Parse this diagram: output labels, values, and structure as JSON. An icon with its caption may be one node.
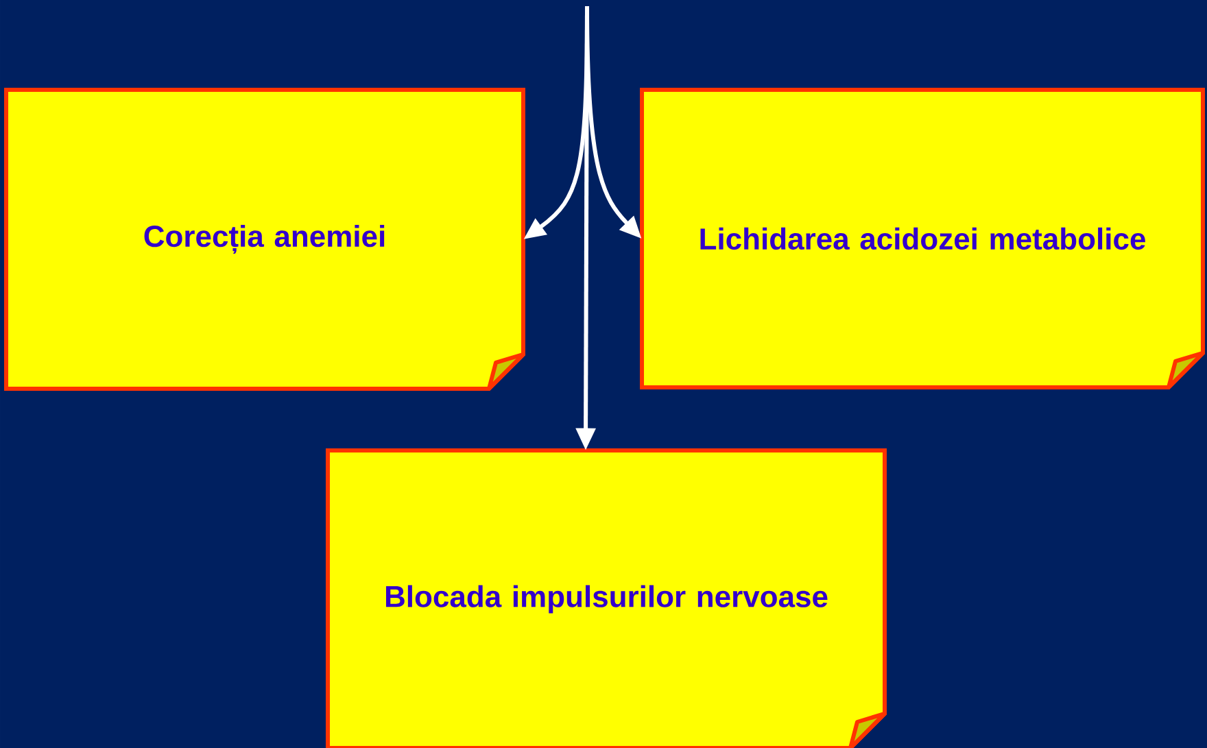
{
  "diagram": {
    "nodes": [
      {
        "text": [
          "Corecția anemiei"
        ]
      },
      {
        "text": [
          "Lichidarea acidozei metabolice"
        ]
      },
      {
        "text": [
          "Blocada impulsurilor nervoase"
        ]
      }
    ],
    "edges": [
      {
        "from": null,
        "to": 0,
        "arrow": "to"
      },
      {
        "from": null,
        "to": 1,
        "arrow": "to"
      },
      {
        "from": null,
        "to": 2,
        "arrow": "to"
      }
    ]
  }
}
